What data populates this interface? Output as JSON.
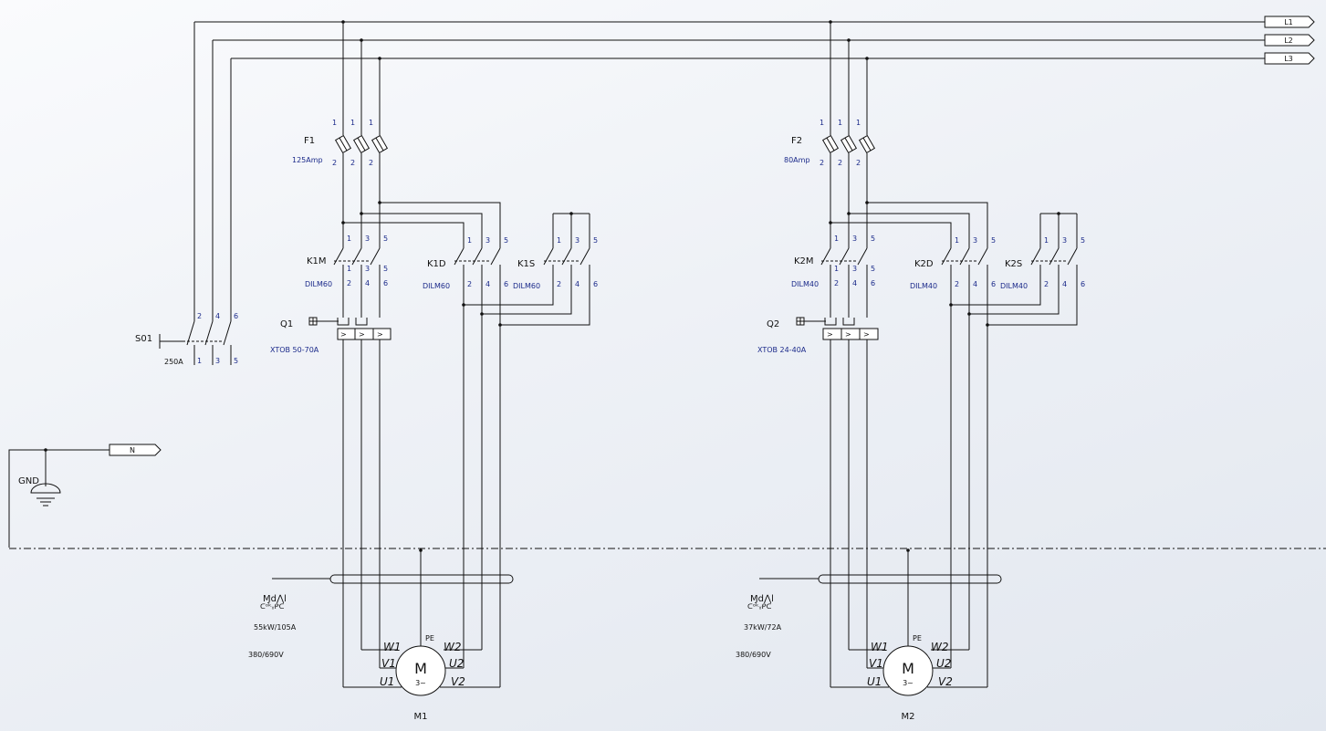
{
  "buses": [
    {
      "label": "L1"
    },
    {
      "label": "L2"
    },
    {
      "label": "L3"
    }
  ],
  "neutral": {
    "label": "N"
  },
  "ground": {
    "label": "GND"
  },
  "main_switch": {
    "ref": "S01",
    "rating": "250A",
    "top_pins": [
      "2",
      "4",
      "6"
    ],
    "bottom_pins": [
      "1",
      "3",
      "5"
    ]
  },
  "circuits": [
    {
      "fuse": {
        "ref": "F1",
        "rating": "125Amp"
      },
      "k_main": {
        "ref": "K1M",
        "type": "DILM60"
      },
      "k_delta": {
        "ref": "K1D",
        "type": "DILM60"
      },
      "k_star": {
        "ref": "K1S",
        "type": "DILM60"
      },
      "overload": {
        "ref": "Q1",
        "type": "XTOB 50-70A"
      },
      "motor": {
        "ref": "M1",
        "symbol": "M",
        "phase": "3~",
        "power": "55kW/105A",
        "voltage": "380/690V",
        "note_a": "Ɱd⋀l",
        "note_b": "ᑕᵒᵏᵧᑭᑕ"
      }
    },
    {
      "fuse": {
        "ref": "F2",
        "rating": "80Amp"
      },
      "k_main": {
        "ref": "K2M",
        "type": "DILM40"
      },
      "k_delta": {
        "ref": "K2D",
        "type": "DILM40"
      },
      "k_star": {
        "ref": "K2S",
        "type": "DILM40"
      },
      "overload": {
        "ref": "Q2",
        "type": "XTOB 24-40A"
      },
      "motor": {
        "ref": "M2",
        "symbol": "M",
        "phase": "3~",
        "power": "37kW/72A",
        "voltage": "380/690V",
        "note_a": "Ɱd⋀l",
        "note_b": "ᑕᵒᵏᵧᑭᑕ"
      }
    }
  ],
  "pins": {
    "fuse_top": "1",
    "fuse_bottom": "2",
    "contact_top": [
      "1",
      "3",
      "5"
    ],
    "contact_bottom": [
      "2",
      "4",
      "6"
    ]
  },
  "motor_terminals": {
    "W1": "W1",
    "V1": "V1",
    "U1": "U1",
    "W2": "W2",
    "U2": "U2",
    "V2": "V2",
    "PE": "PE"
  }
}
